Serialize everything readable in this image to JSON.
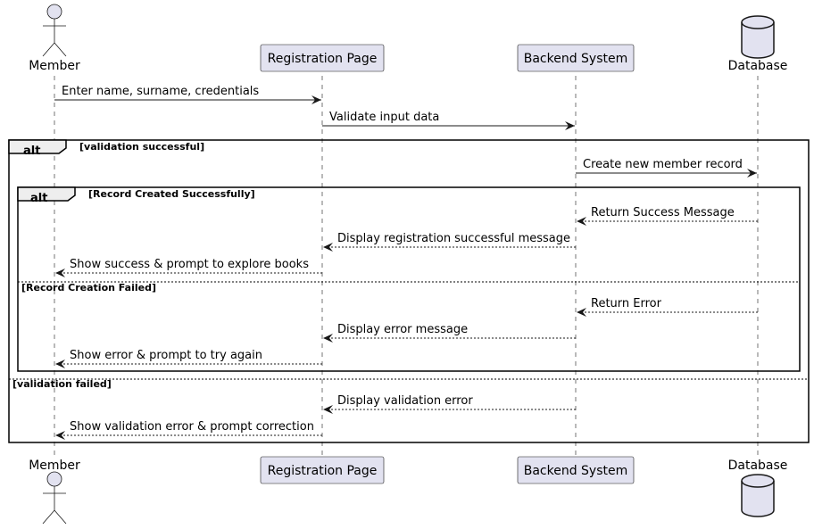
{
  "participants": [
    {
      "id": "member",
      "label": "Member",
      "kind": "actor",
      "color": "#E2E2F0"
    },
    {
      "id": "regpage",
      "label": "Registration Page",
      "kind": "participant",
      "color": "#E2E2F0"
    },
    {
      "id": "backend",
      "label": "Backend System",
      "kind": "participant",
      "color": "#E2E2F0"
    },
    {
      "id": "db",
      "label": "Database",
      "kind": "database",
      "color": "#E2E2F0"
    }
  ],
  "messages": [
    {
      "from": "member",
      "to": "regpage",
      "text": "Enter name, surname, credentials",
      "style": "solid"
    },
    {
      "from": "regpage",
      "to": "backend",
      "text": "Validate input data",
      "style": "solid"
    },
    {
      "from": "backend",
      "to": "db",
      "text": "Create new member record",
      "style": "solid"
    },
    {
      "from": "db",
      "to": "backend",
      "text": "Return Success Message",
      "style": "dashed"
    },
    {
      "from": "backend",
      "to": "regpage",
      "text": "Display registration successful message",
      "style": "dashed"
    },
    {
      "from": "regpage",
      "to": "member",
      "text": "Show success & prompt to explore books",
      "style": "dashed"
    },
    {
      "from": "db",
      "to": "backend",
      "text": "Return Error",
      "style": "dashed"
    },
    {
      "from": "backend",
      "to": "regpage",
      "text": "Display error message",
      "style": "dashed"
    },
    {
      "from": "regpage",
      "to": "member",
      "text": "Show error & prompt to try again",
      "style": "dashed"
    },
    {
      "from": "backend",
      "to": "regpage",
      "text": "Display validation error",
      "style": "dashed"
    },
    {
      "from": "regpage",
      "to": "member",
      "text": "Show validation error & prompt correction",
      "style": "dashed"
    }
  ],
  "fragments": [
    {
      "keyword": "alt",
      "condition": "[validation successful]",
      "else_condition": "[validation failed]"
    },
    {
      "keyword": "alt",
      "condition": "[Record Created Successfully]",
      "else_condition": "[Record Creation Failed]"
    }
  ]
}
